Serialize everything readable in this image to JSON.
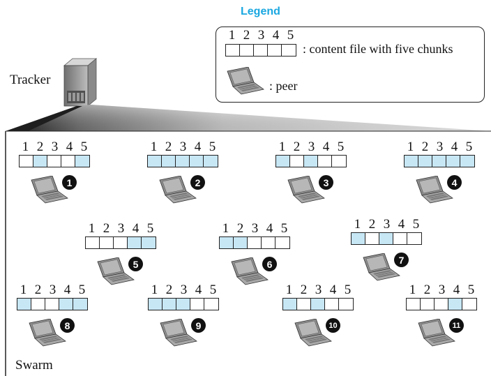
{
  "legend": {
    "title": "Legend",
    "chunk_numbers": [
      "1",
      "2",
      "3",
      "4",
      "5"
    ],
    "file_desc": ": content file with five chunks",
    "peer_desc": ": peer"
  },
  "tracker_label": "Tracker",
  "swarm_label": "Swarm",
  "chunk_numbers": [
    "1",
    "2",
    "3",
    "4",
    "5"
  ],
  "colors": {
    "chunk_have": "#c7e7f5",
    "legend_title": "#1aa7e0"
  },
  "peers": [
    {
      "id": "1",
      "chunks": [
        0,
        1,
        0,
        0,
        1
      ]
    },
    {
      "id": "2",
      "chunks": [
        1,
        1,
        1,
        1,
        1
      ]
    },
    {
      "id": "3",
      "chunks": [
        1,
        0,
        1,
        0,
        0
      ]
    },
    {
      "id": "4",
      "chunks": [
        1,
        1,
        1,
        1,
        1
      ]
    },
    {
      "id": "5",
      "chunks": [
        0,
        0,
        0,
        1,
        1
      ]
    },
    {
      "id": "6",
      "chunks": [
        1,
        1,
        0,
        0,
        0
      ]
    },
    {
      "id": "7",
      "chunks": [
        1,
        0,
        1,
        0,
        0
      ]
    },
    {
      "id": "8",
      "chunks": [
        1,
        0,
        0,
        1,
        1
      ]
    },
    {
      "id": "9",
      "chunks": [
        1,
        1,
        1,
        0,
        0
      ]
    },
    {
      "id": "10",
      "chunks": [
        1,
        0,
        1,
        0,
        0
      ]
    },
    {
      "id": "11",
      "chunks": [
        0,
        0,
        0,
        1,
        0
      ]
    }
  ]
}
